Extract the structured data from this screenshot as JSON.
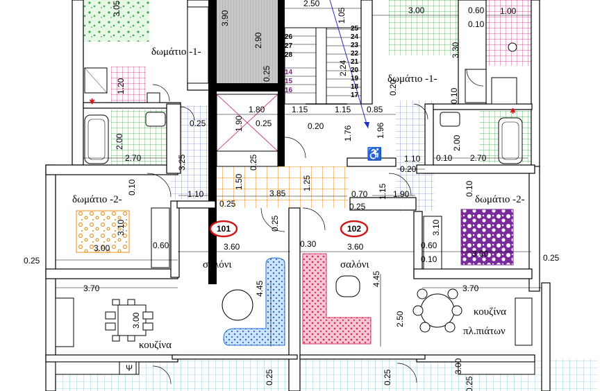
{
  "colors": {
    "green_tile": "#2e9e3a",
    "pink_tile": "#c2187a",
    "blue_tile": "#4466cc",
    "orange_tile": "#e88a10",
    "purple_rug": "#7b2a9c",
    "pink_rug": "#d83060",
    "blue_rug": "#1a6bd0",
    "circle_red": "#d01818",
    "arrow_blue": "#2030c0"
  },
  "rooms": {
    "bedroom1_left": "δωμάτιο -1-",
    "bedroom1_right": "δωμάτιο -1-",
    "bedroom2_left": "δωμάτιο -2-",
    "bedroom2_right": "δωμάτιο -2-",
    "living_left": "σαλόνι",
    "living_right": "σαλόνι",
    "kitchen_left": "κουζίνα",
    "kitchen_right": "κουζίνα",
    "dishwasher": "πλ.πιάτων"
  },
  "flats": {
    "left": "101",
    "right": "102"
  },
  "stairs": {
    "left_steps": [
      "26",
      "27",
      "28"
    ],
    "left_steps_purple": [
      "14",
      "15",
      "16"
    ],
    "right_steps": [
      "25",
      "24",
      "23",
      "22",
      "21",
      "20",
      "19",
      "18",
      "17"
    ]
  },
  "dims": {
    "d_305": "3.05",
    "d_390": "3.90",
    "d_290": "2.90",
    "d_250_top": "2.50",
    "d_105": "1.05",
    "d_300_top": "3.00",
    "d_060_top": "0.60",
    "d_100": "1.00",
    "d_010_top": "0.10",
    "d_330": "3.30",
    "d_025_stair": "0.25",
    "d_224": "2.24",
    "d_120": "1.20",
    "d_020_right": "0.20",
    "d_010_bath": "0.10",
    "d_180": "1.80",
    "d_115a": "1.15",
    "d_115b": "1.15",
    "d_085": "0.85",
    "d_025_a": "0.25",
    "d_190": "1.90",
    "d_025_b": "0.25",
    "d_020_mid": "0.20",
    "d_176": "1.76",
    "d_196": "1.96",
    "d_200_left": "2.00",
    "d_200_right": "2.00",
    "d_270_left": "2.70",
    "d_270_right": "2.70",
    "d_325": "3.25",
    "d_025_c": "0.25",
    "d_110_right": "1.10",
    "d_020_c": "0.20",
    "d_010_c": "0.10",
    "d_010_left": "0.10",
    "d_150": "1.50",
    "d_125": "1.25",
    "d_010_right2": "0.10",
    "d_110_left": "1.10",
    "d_070": "0.70",
    "d_115c": "1.15",
    "d_190b": "1.90",
    "d_025_d": "0.25",
    "d_385": "3.85",
    "d_025_e": "0.25",
    "d_310_left": "3.10",
    "d_025_f": "0.25",
    "d_310_right": "3.10",
    "d_300_left": "3.00",
    "d_060_left": "0.60",
    "d_030": "0.30",
    "d_060_right": "0.60",
    "d_300_right": "3.00",
    "d_025_outer_l": "0.25",
    "d_360_left": "3.60",
    "d_360_right": "3.60",
    "d_010_bot": "0.10",
    "d_025_outer_r": "0.25",
    "d_445_left": "4.45",
    "d_445_right": "4.45",
    "d_370_left": "3.70",
    "d_370_right": "3.70",
    "d_300_kitchen": "3.00",
    "d_250_kitchen": "2.50",
    "d_025_bot1": "0.25",
    "d_025_bot2": "0.25",
    "d_300_bot": "3.00",
    "d_025_bot3": "0.25"
  }
}
